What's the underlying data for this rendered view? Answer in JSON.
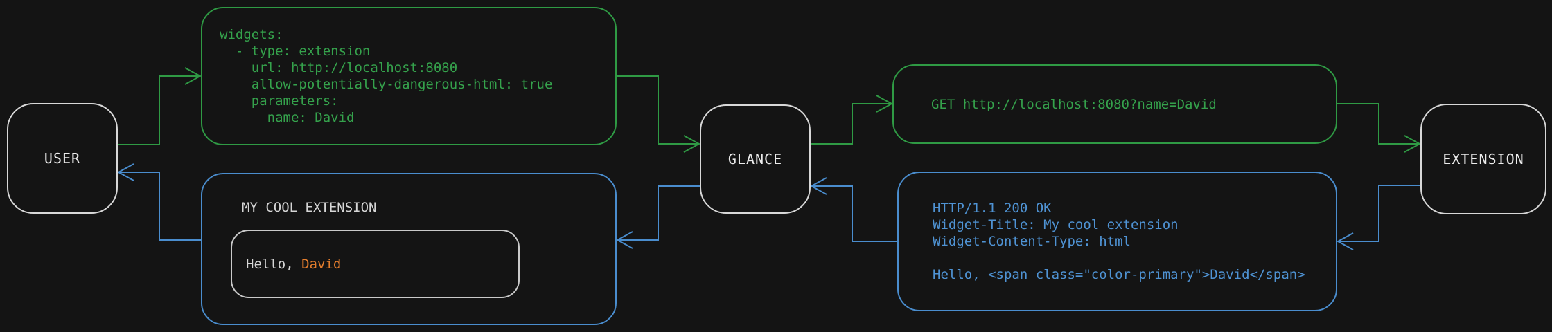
{
  "colors": {
    "background": "#141414",
    "request_green": "#2f9a44",
    "response_blue": "#4a8dce",
    "node_border": "#d8d8d8",
    "text_gray": "#d6d6d6",
    "highlight_orange": "#e57e2d"
  },
  "nodes": {
    "user": {
      "label": "USER"
    },
    "glance": {
      "label": "GLANCE"
    },
    "extension": {
      "label": "EXTENSION"
    }
  },
  "boxes": {
    "config": {
      "code": "widgets:\n  - type: extension\n    url: http://localhost:8080\n    allow-potentially-dangerous-html: true\n    parameters:\n      name: David"
    },
    "request": {
      "code": "GET http://localhost:8080?name=David"
    },
    "response": {
      "code": "HTTP/1.1 200 OK\nWidget-Title: My cool extension\nWidget-Content-Type: html\n\nHello, <span class=\"color-primary\">David</span>"
    },
    "widget": {
      "title": "MY COOL EXTENSION",
      "greeting_prefix": "Hello, ",
      "greeting_name": "David"
    }
  },
  "connections": [
    {
      "from": "user",
      "to": "config-box",
      "color": "green"
    },
    {
      "from": "config-box",
      "to": "glance",
      "color": "green"
    },
    {
      "from": "glance",
      "to": "request-box",
      "color": "green"
    },
    {
      "from": "request-box",
      "to": "extension",
      "color": "green"
    },
    {
      "from": "extension",
      "to": "response-box",
      "color": "blue"
    },
    {
      "from": "response-box",
      "to": "glance",
      "color": "blue"
    },
    {
      "from": "glance",
      "to": "widget-box",
      "color": "blue"
    },
    {
      "from": "widget-box",
      "to": "user",
      "color": "blue"
    }
  ]
}
